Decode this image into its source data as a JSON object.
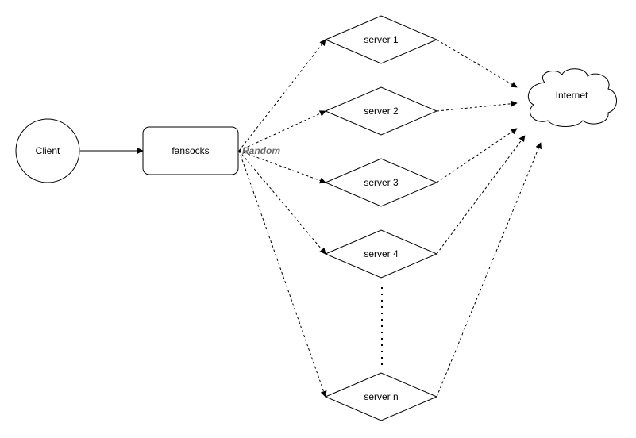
{
  "diagram": {
    "nodes": {
      "client": "Client",
      "fansocks": "fansocks",
      "internet": "Internet",
      "servers": [
        "server 1",
        "server 2",
        "server 3",
        "server 4",
        "server n"
      ]
    },
    "edge_label": "Random"
  }
}
